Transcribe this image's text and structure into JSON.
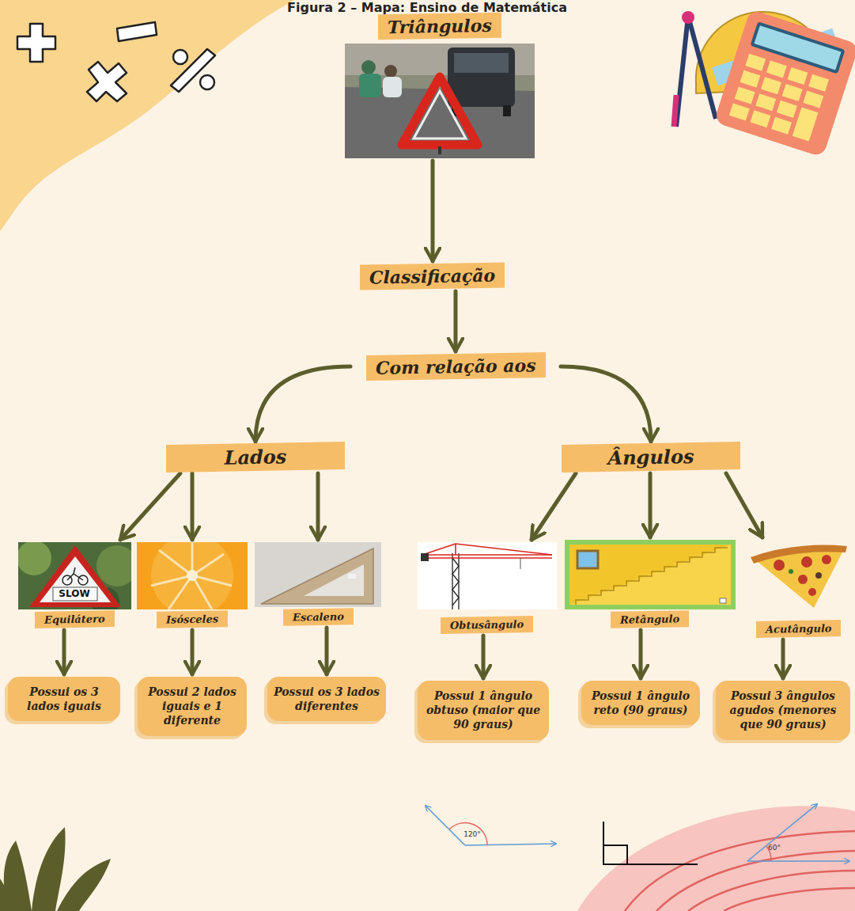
{
  "diagram": {
    "title": "Figura 2 – Mapa: Ensino de Matemática",
    "nodes": [
      {
        "text": [
          "Triângulos"
        ]
      },
      {
        "text": [
          "Classificação"
        ]
      },
      {
        "text": [
          "Com relação aos"
        ]
      },
      {
        "text": [
          "Lados"
        ]
      },
      {
        "text": [
          "Ângulos"
        ]
      },
      {
        "text": [
          "Equilátero"
        ]
      },
      {
        "text": [
          "Isósceles"
        ]
      },
      {
        "text": [
          "Escaleno"
        ]
      },
      {
        "text": [
          "Obtusângulo"
        ]
      },
      {
        "text": [
          "Retângulo"
        ]
      },
      {
        "text": [
          "Acutângulo"
        ]
      },
      {
        "text": [
          "Possui os 3 lados iguais"
        ]
      },
      {
        "text": [
          "Possui 2 lados iguais e 1 diferente"
        ]
      },
      {
        "text": [
          "Possui os 3 lados diferentes"
        ]
      },
      {
        "text": [
          "Possui 1 ângulo obtuso (maior que 90 graus)"
        ]
      },
      {
        "text": [
          "Possui 1 ângulo reto (90 graus)"
        ]
      },
      {
        "text": [
          "Possui 3 ângulos agudos (menores que 90 graus)"
        ]
      }
    ],
    "edges": [
      {
        "from": 0,
        "to": 1,
        "arrow": "to"
      },
      {
        "from": 1,
        "to": 2,
        "arrow": "to"
      },
      {
        "from": 2,
        "to": 3,
        "arrow": "to"
      },
      {
        "from": 2,
        "to": 4,
        "arrow": "to"
      },
      {
        "from": 3,
        "to": 5,
        "arrow": "to"
      },
      {
        "from": 3,
        "to": 6,
        "arrow": "to"
      },
      {
        "from": 3,
        "to": 7,
        "arrow": "to"
      },
      {
        "from": 4,
        "to": 8,
        "arrow": "to"
      },
      {
        "from": 4,
        "to": 9,
        "arrow": "to"
      },
      {
        "from": 4,
        "to": 10,
        "arrow": "to"
      },
      {
        "from": 5,
        "to": 11,
        "arrow": "to"
      },
      {
        "from": 6,
        "to": 12,
        "arrow": "to"
      },
      {
        "from": 7,
        "to": 13,
        "arrow": "to"
      },
      {
        "from": 8,
        "to": 14,
        "arrow": "to"
      },
      {
        "from": 9,
        "to": 15,
        "arrow": "to"
      },
      {
        "from": 10,
        "to": 16,
        "arrow": "to"
      }
    ],
    "labels": [
      "SLOW",
      "120°",
      "60°"
    ]
  }
}
